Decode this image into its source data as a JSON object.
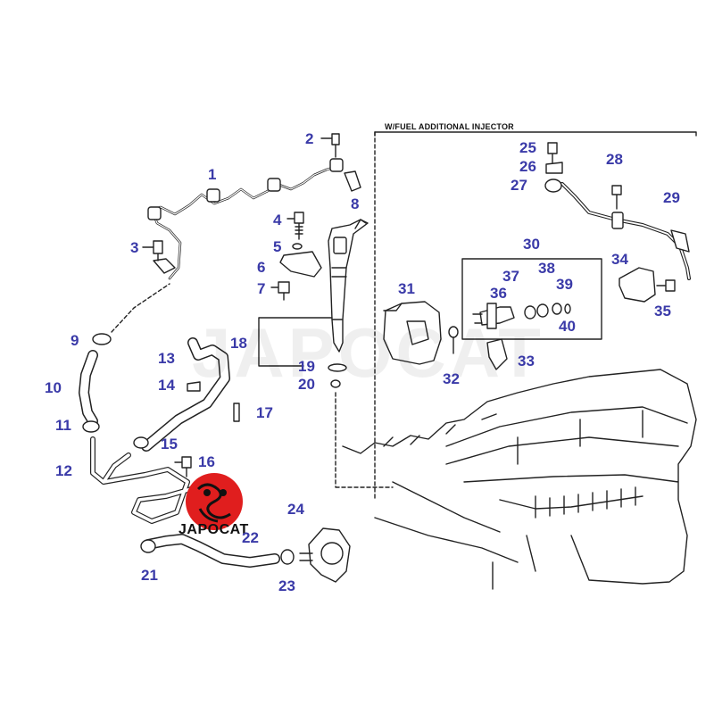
{
  "section_title": "W/FUEL ADDITIONAL INJECTOR",
  "watermark_text": "JAPOCAT",
  "logo_text": "JAPOCAT",
  "colors": {
    "part_number": "#3a3aa8",
    "line_art": "#222222",
    "logo_red": "#e01e1e"
  },
  "parts": [
    "1",
    "2",
    "3",
    "4",
    "5",
    "6",
    "7",
    "8",
    "9",
    "10",
    "11",
    "12",
    "13",
    "14",
    "15",
    "16",
    "17",
    "18",
    "19",
    "20",
    "21",
    "22",
    "23",
    "24",
    "25",
    "26",
    "27",
    "28",
    "29",
    "30",
    "31",
    "32",
    "33",
    "34",
    "35",
    "36",
    "37",
    "38",
    "39",
    "40"
  ]
}
